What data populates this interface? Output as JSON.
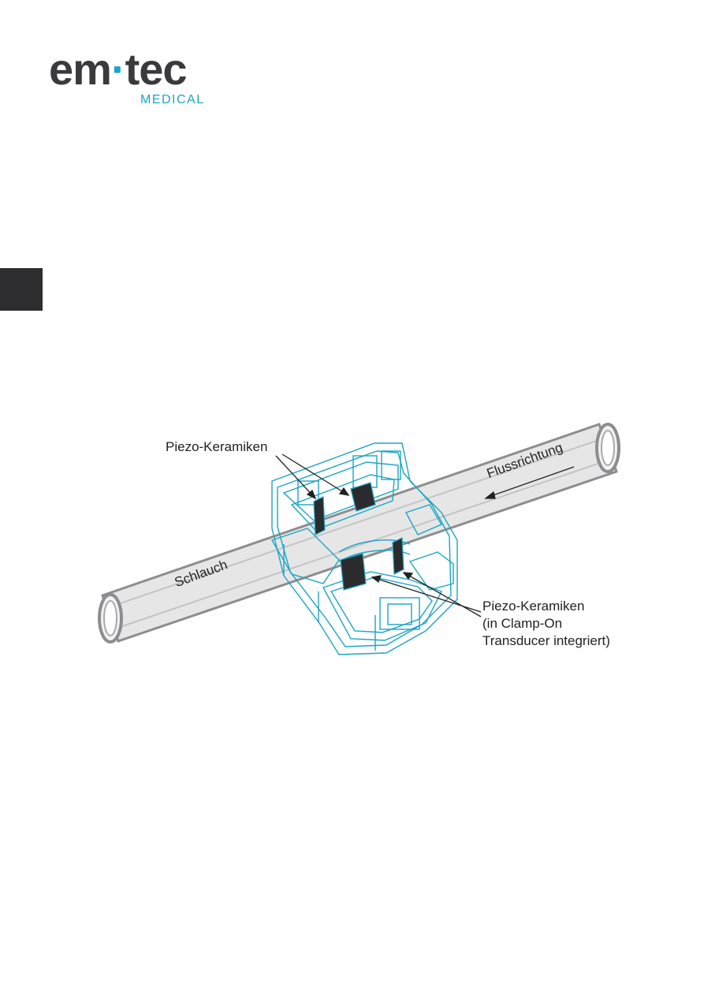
{
  "logo": {
    "part1": "em",
    "dot": "·",
    "part2": "tec",
    "subtitle": "MEDICAL",
    "accent_color": "#1aa6c2",
    "text_color": "#3a3a3c"
  },
  "side_tab": {
    "color": "#2d2d2f"
  },
  "figure": {
    "label_top": "Piezo-Keramiken",
    "label_bottom_line1": "Piezo-Keramiken",
    "label_bottom_line2": "(in Clamp-On",
    "label_bottom_line3": "Transducer integriert)",
    "tube_label": "Schlauch",
    "flow_label": "Flussrichtung",
    "transducer_color": "#1aa6c2",
    "ceramic_color": "#2b2b2d",
    "tube_color": "#a9a9ab"
  }
}
